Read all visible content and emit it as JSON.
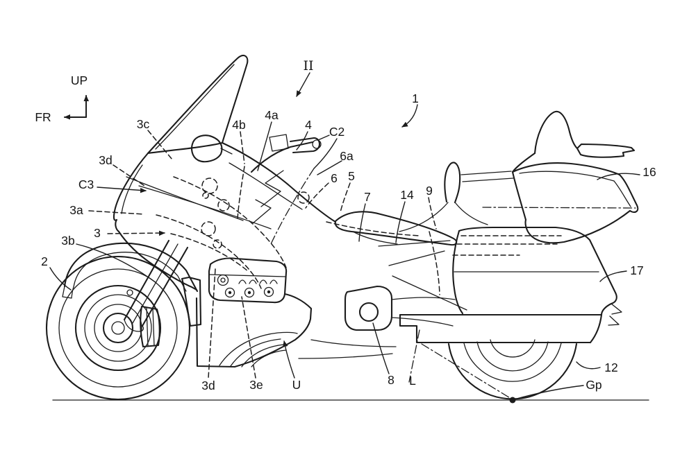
{
  "figure": {
    "kind": "patent line drawing",
    "background_color": "#ffffff",
    "line_color": "#1c1c1c"
  },
  "labels": {
    "up": "UP",
    "fr": "FR",
    "section": "II",
    "n1": "1",
    "n2": "2",
    "n3": "3",
    "n3a": "3a",
    "n3b": "3b",
    "n3c": "3c",
    "n3d": "3d",
    "n3e": "3e",
    "n4": "4",
    "n4a": "4a",
    "n4b": "4b",
    "n5": "5",
    "n6": "6",
    "n6a": "6a",
    "n7": "7",
    "n8": "8",
    "n9": "9",
    "n12": "12",
    "n14": "14",
    "n16": "16",
    "n17": "17",
    "c2": "C2",
    "c3": "C3",
    "u": "U",
    "l": "L",
    "gp": "Gp"
  }
}
